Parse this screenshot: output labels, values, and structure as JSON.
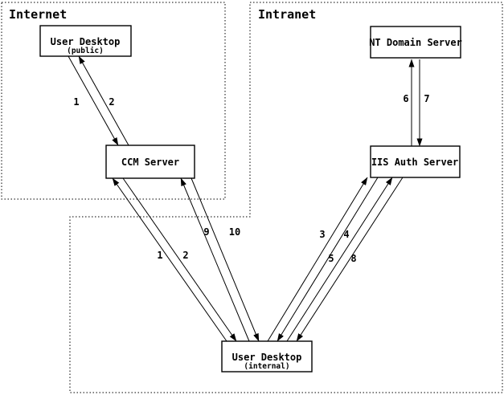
{
  "diagram": {
    "regions": {
      "internet": {
        "label": "Internet"
      },
      "intranet": {
        "label": "Intranet"
      }
    },
    "nodes": {
      "user_desktop_public": {
        "title": "User Desktop",
        "subtitle": "(public)"
      },
      "ccm_server": {
        "title": "CCM Server"
      },
      "nt_domain_server": {
        "title": "NT Domain Server"
      },
      "iis_auth_server": {
        "title": "IIS Auth Server"
      },
      "user_desktop_internal": {
        "title": "User Desktop",
        "subtitle": "(internal)"
      }
    },
    "edges": [
      {
        "label": "1",
        "from": "user-desktop-public",
        "to": "ccm-server"
      },
      {
        "label": "2",
        "from": "ccm-server",
        "to": "user-desktop-public"
      },
      {
        "label": "1",
        "from": "user-desktop-internal",
        "to": "ccm-server"
      },
      {
        "label": "2",
        "from": "ccm-server",
        "to": "user-desktop-internal"
      },
      {
        "label": "9",
        "from": "user-desktop-internal",
        "to": "ccm-server"
      },
      {
        "label": "10",
        "from": "ccm-server",
        "to": "user-desktop-internal"
      },
      {
        "label": "3",
        "from": "user-desktop-internal",
        "to": "iis-auth-server"
      },
      {
        "label": "4",
        "from": "iis-auth-server",
        "to": "user-desktop-internal"
      },
      {
        "label": "5",
        "from": "user-desktop-internal",
        "to": "iis-auth-server"
      },
      {
        "label": "8",
        "from": "iis-auth-server",
        "to": "user-desktop-internal"
      },
      {
        "label": "6",
        "from": "iis-auth-server",
        "to": "nt-domain-server"
      },
      {
        "label": "7",
        "from": "nt-domain-server",
        "to": "iis-auth-server"
      }
    ],
    "colors": {
      "foreground": "#000000",
      "background": "#ffffff"
    }
  }
}
